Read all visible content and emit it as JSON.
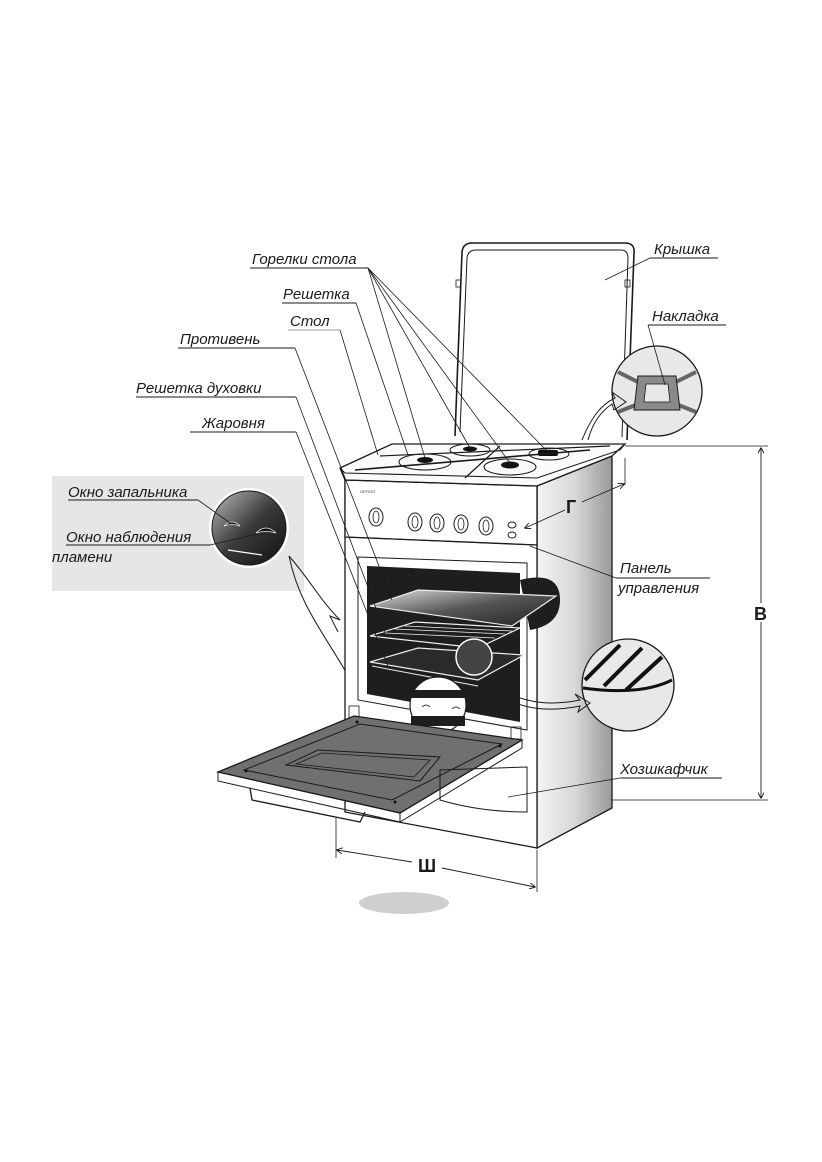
{
  "diagram": {
    "title": "Gas stove components",
    "brand": "GEFEST",
    "labels": {
      "burners": "Горелки стола",
      "grate": "Решетка",
      "table": "Стол",
      "baking_tray": "Противень",
      "oven_rack": "Решетка духовки",
      "roasting_pan": "Жаровня",
      "lid": "Крышка",
      "trivet": "Накладка",
      "control_panel_line1": "Панель",
      "control_panel_line2": "управления",
      "storage_drawer": "Хозшкафчик",
      "igniter_window": "Окно запальника",
      "flame_window_line1": "Окно наблюдения",
      "flame_window_line2": "пламени"
    },
    "dimensions": {
      "height": "В",
      "width": "Ш",
      "depth": "Г"
    },
    "colors": {
      "ink": "#1a1a1a",
      "inset_background": "#e6e6e6",
      "shadow": "#cfcfcf",
      "door_frame": "#707070",
      "oven_cavity": "#1e1e1e"
    }
  }
}
